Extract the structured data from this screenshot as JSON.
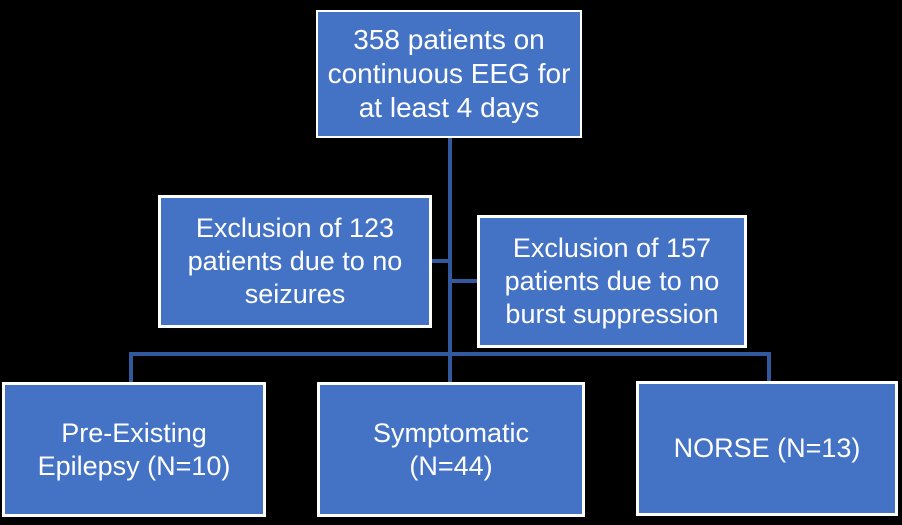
{
  "palette": {
    "--bg": "#000000",
    "--node-fill": "#4472C4",
    "--node-border": "#FFFFFF",
    "--connector": "#32589E",
    "--text": "#FFFFFF"
  },
  "flowchart": {
    "nodes": {
      "top": {
        "label": "358 patients on\ncontinuous EEG for\nat least 4 days",
        "n": 358
      },
      "exclusion_left": {
        "label": "Exclusion of 123\npatients due to no\nseizures",
        "n": 123
      },
      "exclusion_right": {
        "label": "Exclusion of 157\npatients due to no\nburst suppression",
        "n": 157
      },
      "outcome_pre_existing": {
        "label": "Pre-Existing\nEpilepsy (N=10)",
        "n": 10
      },
      "outcome_symptomatic": {
        "label": "Symptomatic\n(N=44)",
        "n": 44
      },
      "outcome_norse": {
        "label": "NORSE (N=13)",
        "n": 13
      }
    }
  }
}
